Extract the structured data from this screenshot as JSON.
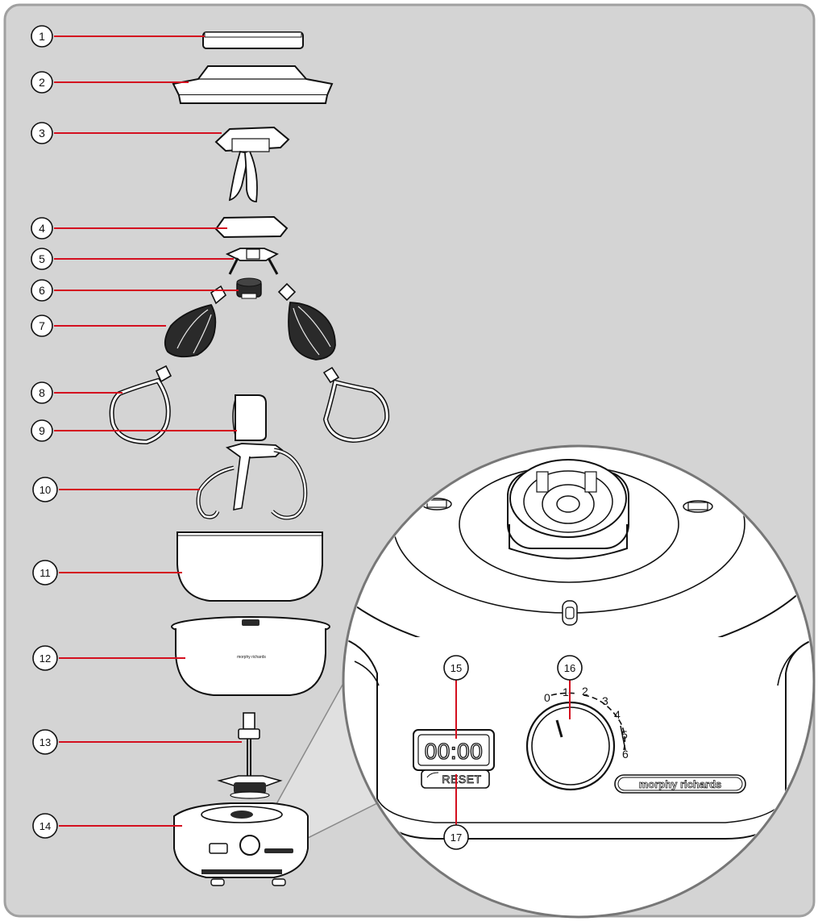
{
  "colors": {
    "panel": "#d4d4d4",
    "panel_border": "#9a9a9a",
    "leader": "#d40f1f",
    "ink": "#111111",
    "part_fill": "#ffffff",
    "dark_part": "#2a2a2a"
  },
  "callouts": [
    {
      "id": "1"
    },
    {
      "id": "2"
    },
    {
      "id": "3"
    },
    {
      "id": "4"
    },
    {
      "id": "5"
    },
    {
      "id": "6"
    },
    {
      "id": "7"
    },
    {
      "id": "8"
    },
    {
      "id": "9"
    },
    {
      "id": "10"
    },
    {
      "id": "11"
    },
    {
      "id": "12"
    },
    {
      "id": "13"
    },
    {
      "id": "14"
    },
    {
      "id": "15"
    },
    {
      "id": "16"
    },
    {
      "id": "17"
    }
  ],
  "display": {
    "time": "00:00",
    "reset_label": "RESET"
  },
  "dial": {
    "scale": [
      "0",
      "1",
      "2",
      "3",
      "4",
      "5",
      "6"
    ]
  },
  "brand": {
    "logo_text": "morphy richards",
    "bowl_logo_text": "morphy richards"
  }
}
